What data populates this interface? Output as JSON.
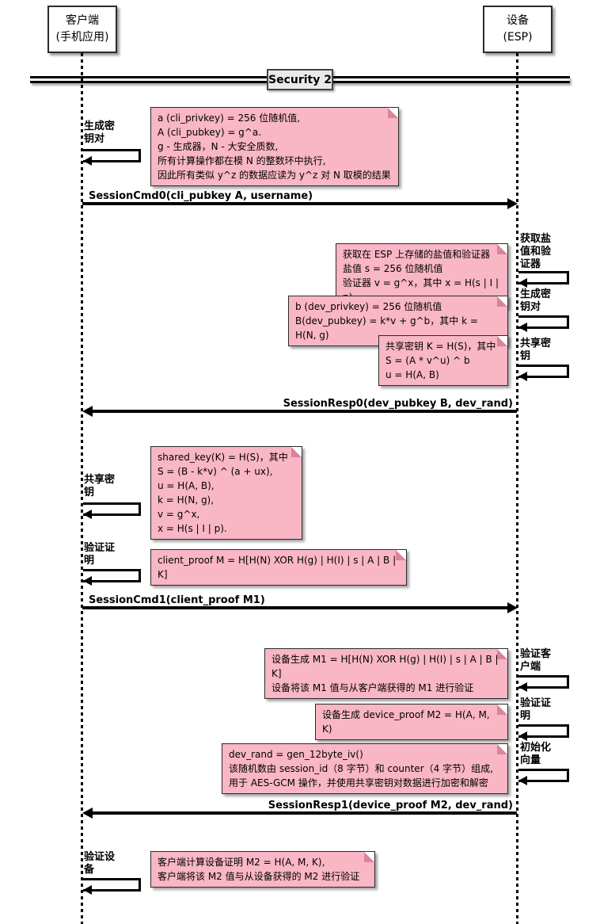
{
  "participants": [
    {
      "name": "客户端\n(手机应用)"
    },
    {
      "name": "设备\n(ESP)"
    }
  ],
  "divider": "Security 2",
  "messages": {
    "cmd0": "SessionCmd0(cli_pubkey A, username)",
    "resp0": "SessionResp0(dev_pubkey B, dev_rand)",
    "cmd1": "SessionCmd1(client_proof M1)",
    "resp1": "SessionResp1(device_proof M2, dev_rand)"
  },
  "actions": {
    "client_genkey": "生成密\n钥对",
    "client_sharedkey": "共享密\n钥",
    "client_proof": "验证证\n明",
    "client_verify_device": "验证设\n备",
    "device_salt": "获取盐\n值和验\n证器",
    "device_genkey": "生成密\n钥对",
    "device_sharedkey": "共享密\n钥",
    "device_verify_client": "验证客\n户端",
    "device_proof": "验证证\n明",
    "device_iv": "初始化\n向量"
  },
  "notes": {
    "client_keypair": "a (cli_privkey) = 256 位随机值,\nA (cli_pubkey) = g^a.\ng - 生成器，N - 大安全质数,\n所有计算操作都在模 N 的整数环中执行,\n因此所有类似 y^z 的数据应读为 y^z 对 N 取模的结果",
    "device_salt": "获取在 ESP 上存储的盐值和验证器\n盐值 s = 256 位随机值\n验证器 v = g^x，其中 x = H(s | I | p)",
    "device_keypair": "b (dev_privkey) = 256 位随机值\nB(dev_pubkey) = k*v + g^b，其中 k = H(N, g)",
    "device_sharedkey": "共享密钥 K = H(S)，其中\nS = (A * v^u) ^ b\nu = H(A, B)",
    "client_sharedkey": "shared_key(K) = H(S)，其中\nS = (B - k*v) ^ (a + ux),\nu = H(A, B),\nk = H(N, g),\nv = g^x,\nx = H(s | I | p).",
    "client_proof": "client_proof M = H[H(N) XOR H(g) | H(I) | s | A | B | K]",
    "device_verify_client": "设备生成 M1 = H[H(N) XOR H(g) | H(I) | s | A | B | K]\n设备将该 M1 值与从客户端获得的 M1 进行验证",
    "device_proof": "设备生成 device_proof M2 = H(A, M, K)",
    "device_iv": "dev_rand = gen_12byte_iv()\n该随机数由 session_id（8 字节）和 counter（4 字节）组成,\n用于 AES-GCM 操作，并使用共享密钥对数据进行加密和解密",
    "client_verify_device": "客户端计算设备证明 M2 = H(A, M, K),\n客户端将该 M2 值与从设备获得的 M2 进行验证"
  },
  "colors": {
    "note_bg": "#f9b6c5",
    "note_fold": "#d9849c",
    "divider_bg": "#e9e9e9"
  }
}
